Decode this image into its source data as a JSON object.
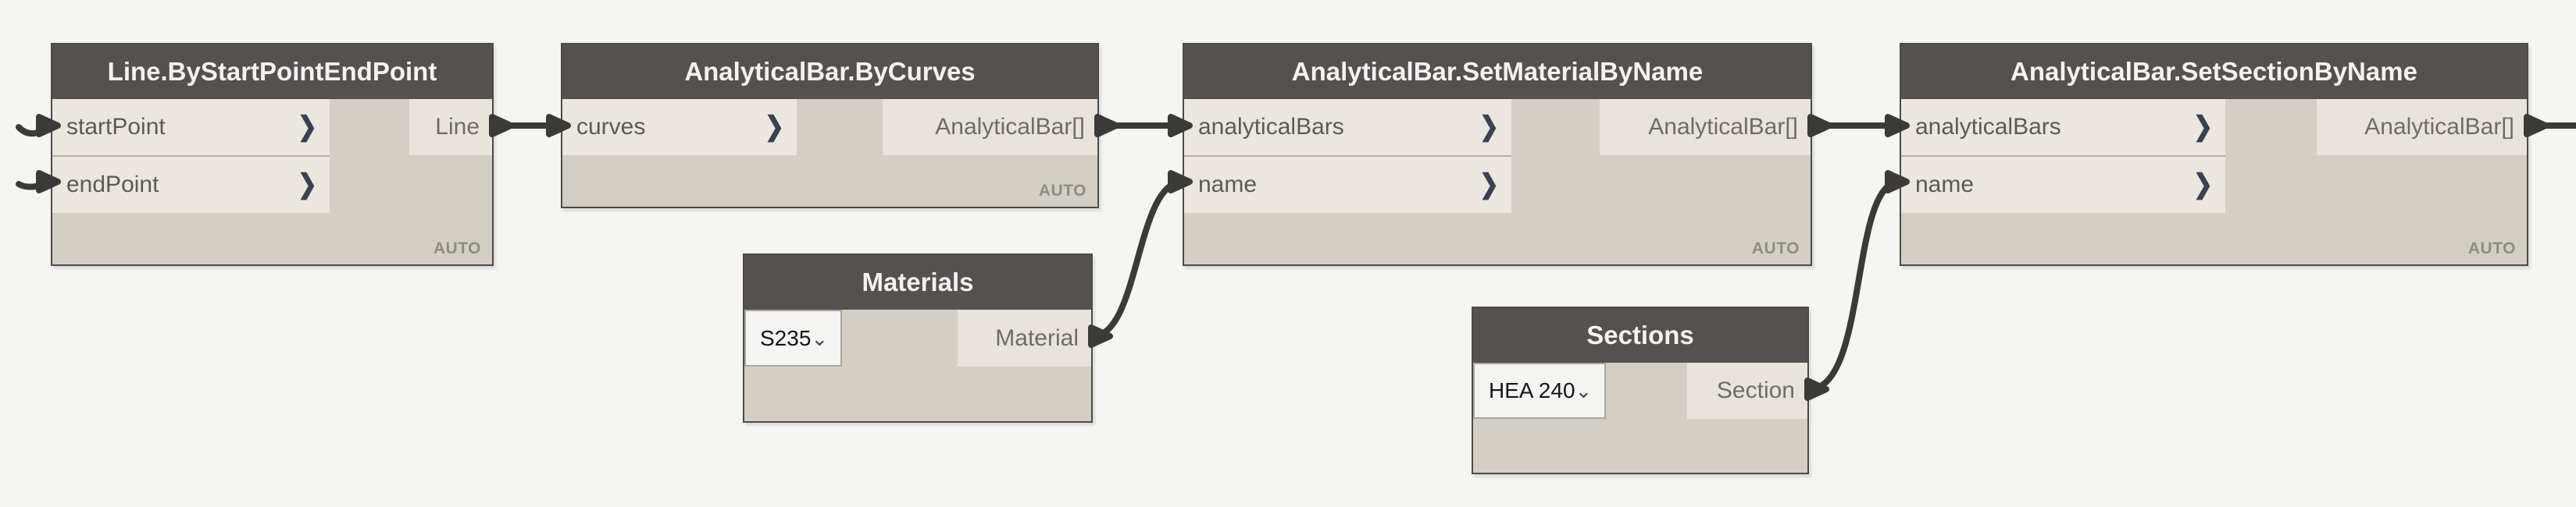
{
  "app": {
    "name": "Dynamo node graph",
    "canvas_background": "#f5f5f3"
  },
  "colors": {
    "node_header": "#555150",
    "node_body": "#d3cfc6",
    "input_row": "#ebe7e0",
    "output_row": "#e8e4dd",
    "node_border": "#4c4b49",
    "wire": "#3b3a38",
    "title_text": "#f4f3f2",
    "port_label_text": "#5c5a55",
    "output_label_text": "#6f6c66",
    "lacing_text": "#8f8c85",
    "dropdown_background": "#f4f4f3",
    "dropdown_border": "#a9a59e"
  },
  "icons": {
    "port_chevron": "❯",
    "dropdown_caret": "⌄"
  },
  "nodes": [
    {
      "title": "Line.ByStartPointEndPoint",
      "inputs": [
        "startPoint",
        "endPoint"
      ],
      "outputs": [
        "Line"
      ],
      "lacing": "AUTO"
    },
    {
      "title": "AnalyticalBar.ByCurves",
      "inputs": [
        "curves"
      ],
      "outputs": [
        "AnalyticalBar[]"
      ],
      "lacing": "AUTO"
    },
    {
      "title": "AnalyticalBar.SetMaterialByName",
      "inputs": [
        "analyticalBars",
        "name"
      ],
      "outputs": [
        "AnalyticalBar[]"
      ],
      "lacing": "AUTO"
    },
    {
      "title": "AnalyticalBar.SetSectionByName",
      "inputs": [
        "analyticalBars",
        "name"
      ],
      "outputs": [
        "AnalyticalBar[]"
      ],
      "lacing": "AUTO"
    }
  ],
  "dropdown_nodes": [
    {
      "title": "Materials",
      "selected_value": "S235",
      "output": "Material"
    },
    {
      "title": "Sections",
      "selected_value": "HEA 240",
      "output": "Section"
    }
  ],
  "connections": [
    {
      "from": "off-canvas-left",
      "to": "Line.ByStartPointEndPoint.startPoint"
    },
    {
      "from": "off-canvas-left",
      "to": "Line.ByStartPointEndPoint.endPoint"
    },
    {
      "from": "Line.ByStartPointEndPoint.Line",
      "to": "AnalyticalBar.ByCurves.curves"
    },
    {
      "from": "AnalyticalBar.ByCurves.AnalyticalBar[]",
      "to": "AnalyticalBar.SetMaterialByName.analyticalBars"
    },
    {
      "from": "Materials.Material",
      "to": "AnalyticalBar.SetMaterialByName.name"
    },
    {
      "from": "AnalyticalBar.SetMaterialByName.AnalyticalBar[]",
      "to": "AnalyticalBar.SetSectionByName.analyticalBars"
    },
    {
      "from": "Sections.Section",
      "to": "AnalyticalBar.SetSectionByName.name"
    },
    {
      "from": "AnalyticalBar.SetSectionByName.AnalyticalBar[]",
      "to": "off-canvas-right"
    }
  ]
}
